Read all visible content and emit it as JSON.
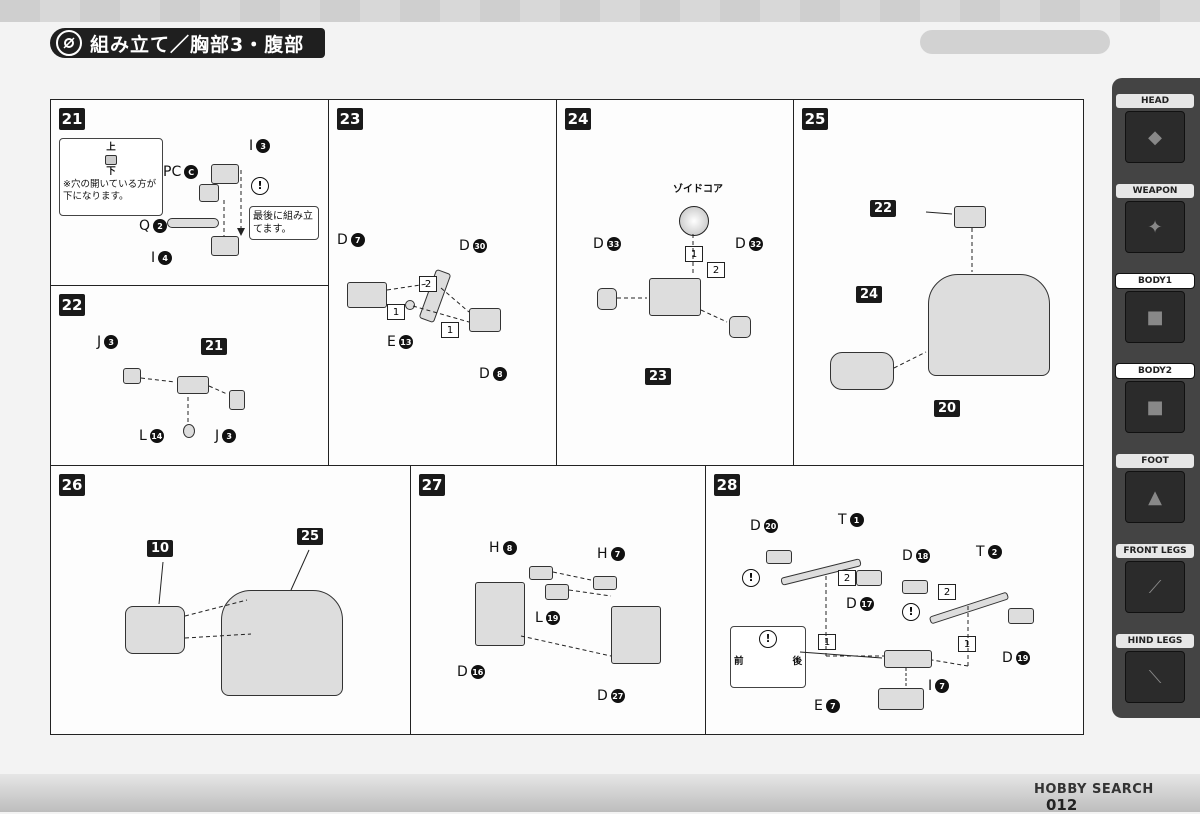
{
  "header": {
    "title": "組み立て／胸部3・腹部"
  },
  "steps": {
    "s21": {
      "num": "21",
      "note": {
        "top": "上",
        "bottom": "下",
        "text": "※穴の開いている方が下になります。"
      },
      "note2": "最後に組み立てます。",
      "labels": {
        "pc": "PC",
        "pc_c": "C",
        "i": "I",
        "i3": "3",
        "q": "Q",
        "q2": "2",
        "i4": "4"
      }
    },
    "s22": {
      "num": "22",
      "labels": {
        "j": "J",
        "n3": "3",
        "l": "L",
        "n14": "14",
        "ref": "21"
      }
    },
    "s23": {
      "num": "23",
      "labels": {
        "d": "D",
        "n7": "7",
        "n30": "30",
        "e": "E",
        "n13": "13",
        "n8": "8",
        "b1": "1",
        "b2": "2"
      }
    },
    "s24": {
      "num": "24",
      "core": "ゾイドコア",
      "labels": {
        "d": "D",
        "n33": "33",
        "n32": "32",
        "b1": "1",
        "b2": "2",
        "ref": "23"
      }
    },
    "s25": {
      "num": "25",
      "labels": {
        "r22": "22",
        "r24": "24",
        "r20": "20"
      }
    },
    "s26": {
      "num": "26",
      "labels": {
        "r10": "10",
        "r25": "25"
      }
    },
    "s27": {
      "num": "27",
      "labels": {
        "h": "H",
        "n8": "8",
        "n7": "7",
        "l": "L",
        "n19": "19",
        "d": "D",
        "n16": "16",
        "n27": "27"
      }
    },
    "s28": {
      "num": "28",
      "labels": {
        "d": "D",
        "t": "T",
        "n20": "20",
        "n1": "1",
        "n18": "18",
        "n2": "2",
        "n17": "17",
        "n19": "19",
        "i": "I",
        "n7": "7",
        "e": "E",
        "b1": "1",
        "b2": "2"
      },
      "front": "前",
      "back": "後"
    }
  },
  "sidebar": {
    "items": [
      {
        "label": "HEAD",
        "icon": "head-icon"
      },
      {
        "label": "WEAPON",
        "icon": "weapon-icon"
      },
      {
        "label": "BODY1",
        "icon": "body1-icon"
      },
      {
        "label": "BODY2",
        "icon": "body2-icon"
      },
      {
        "label": "FOOT",
        "icon": "foot-icon"
      },
      {
        "label": "FRONT LEGS",
        "icon": "front-legs-icon"
      },
      {
        "label": "HIND LEGS",
        "icon": "hind-legs-icon"
      }
    ]
  },
  "footer": {
    "logo": "HOBBY SEARCH",
    "page": "012"
  },
  "colors": {
    "ink": "#1a1a1a",
    "paper": "#fdfdfd",
    "sidebar": "#444444"
  }
}
